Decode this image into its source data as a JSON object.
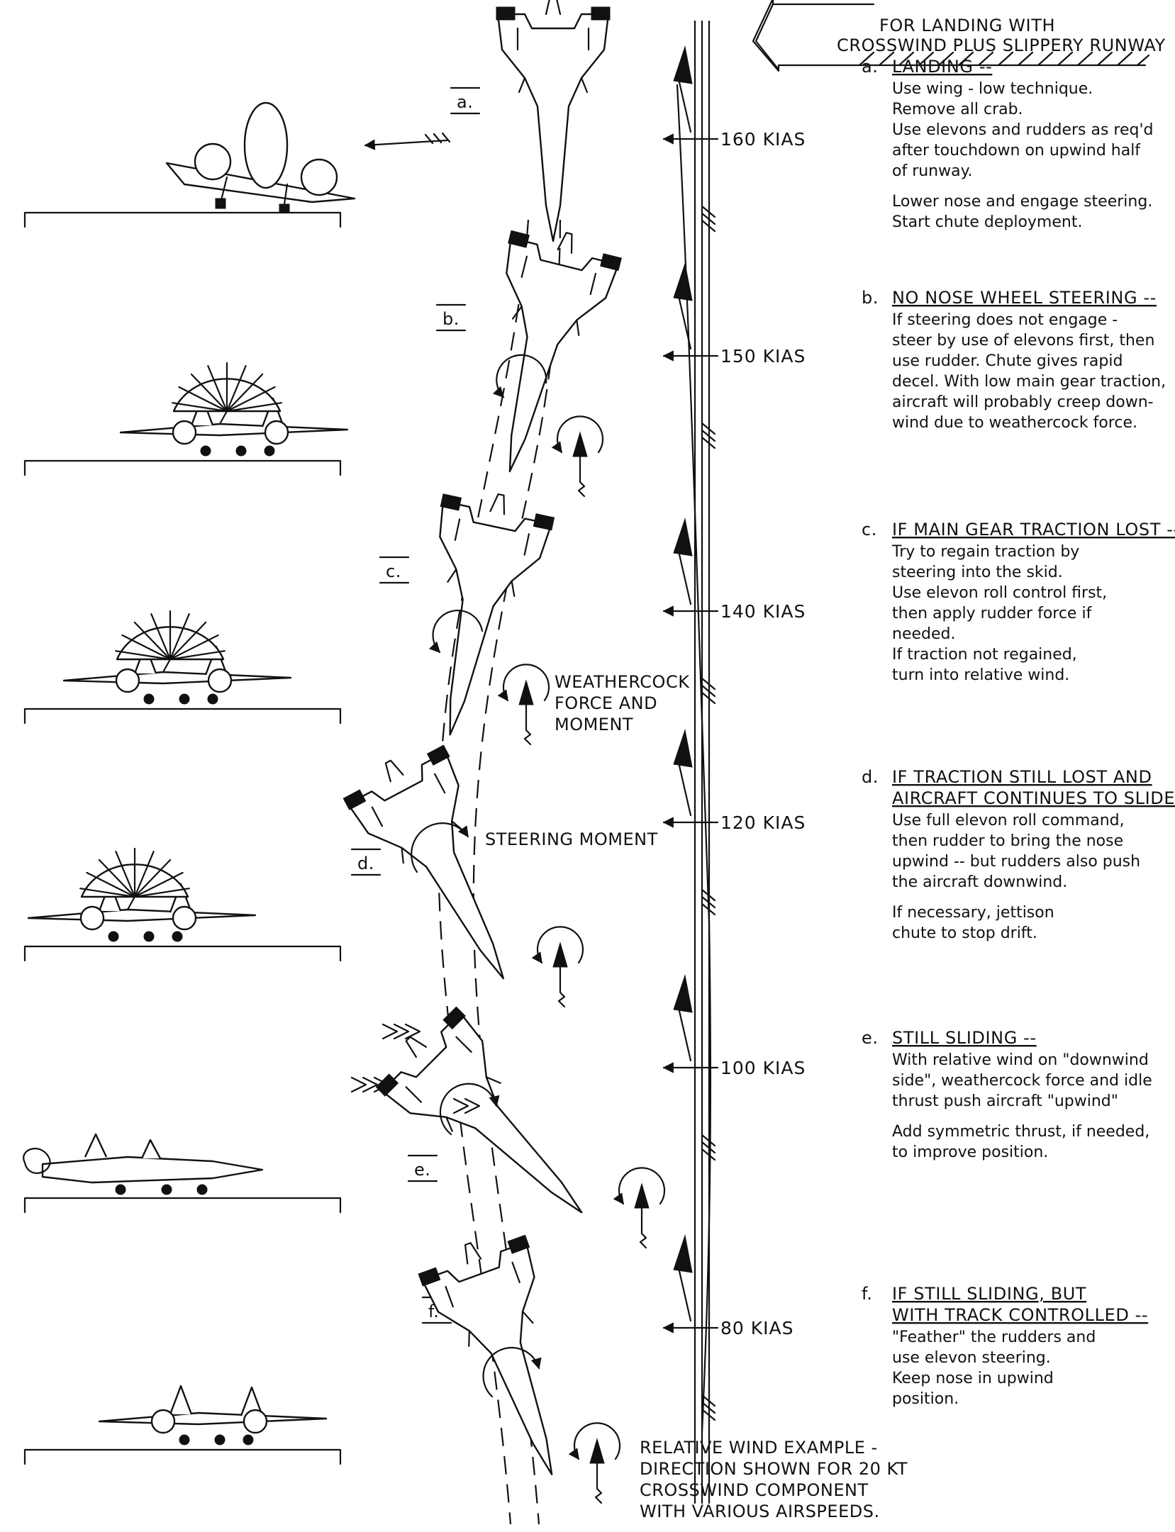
{
  "header": {
    "title_line1": "FOR LANDING WITH",
    "title_line2": "CROSSWIND PLUS SLIPPERY RUNWAY"
  },
  "speeds": [
    "160 KIAS",
    "150 KIAS",
    "140 KIAS",
    "120 KIAS",
    "100 KIAS",
    "80 KIAS"
  ],
  "steps": [
    {
      "letter": "a.",
      "heading_letter": "a.",
      "heading": [
        "LANDING --"
      ],
      "paragraphs": [
        [
          "Use wing - low technique.",
          "Remove all crab.",
          "Use elevons and rudders as req'd",
          "after touchdown on upwind half",
          "of runway."
        ],
        [
          "Lower nose and engage steering.",
          "Start chute deployment."
        ]
      ]
    },
    {
      "letter": "b.",
      "heading_letter": "b.",
      "heading": [
        "NO NOSE WHEEL STEERING --"
      ],
      "paragraphs": [
        [
          "If steering does not engage -",
          "steer by use of elevons first, then",
          "use rudder.  Chute gives rapid",
          "decel.  With low main gear traction,",
          "aircraft will probably creep down-",
          "wind due to weathercock force."
        ]
      ]
    },
    {
      "letter": "c.",
      "heading_letter": "c.",
      "heading": [
        "IF MAIN GEAR TRACTION LOST --"
      ],
      "paragraphs": [
        [
          "Try to regain traction by",
          "steering into the skid.",
          "Use elevon roll control first,",
          "then apply rudder force if",
          "needed.",
          "If traction not regained,",
          "turn into relative wind."
        ]
      ]
    },
    {
      "letter": "d.",
      "heading_letter": "d.",
      "heading": [
        "IF TRACTION STILL LOST AND",
        "AIRCRAFT CONTINUES TO SLIDE --"
      ],
      "paragraphs": [
        [
          "Use full elevon roll command,",
          "then rudder to bring the nose",
          "upwind -- but rudders also push",
          "the aircraft downwind."
        ],
        [
          "If necessary,  jettison",
          "chute to stop drift."
        ]
      ]
    },
    {
      "letter": "e.",
      "heading_letter": "e.",
      "heading": [
        "STILL SLIDING --"
      ],
      "paragraphs": [
        [
          "With relative wind on \"downwind",
          "side\", weathercock force and idle",
          "thrust push aircraft \"upwind\""
        ],
        [
          "Add symmetric thrust,  if needed,",
          "to improve position."
        ]
      ]
    },
    {
      "letter": "f.",
      "heading_letter": "f.",
      "heading": [
        "IF STILL SLIDING,  BUT",
        "WITH TRACK CONTROLLED --"
      ],
      "paragraphs": [
        [
          "\"Feather\" the rudders and",
          "use elevon steering.",
          "Keep nose in upwind",
          "position."
        ]
      ]
    }
  ],
  "annotations": {
    "weathercock": [
      "WEATHERCOCK",
      "FORCE AND",
      "MOMENT"
    ],
    "steering_moment": "STEERING MOMENT",
    "relative_wind": [
      "RELATIVE WIND EXAMPLE -",
      "DIRECTION SHOWN FOR 20 KT",
      "CROSSWIND COMPONENT",
      "WITH VARIOUS AIRSPEEDS."
    ]
  },
  "icons": [
    "wind-arrow-icon",
    "aircraft-top-icon",
    "aircraft-side-icon",
    "drag-chute-icon",
    "moment-arrow-icon"
  ]
}
